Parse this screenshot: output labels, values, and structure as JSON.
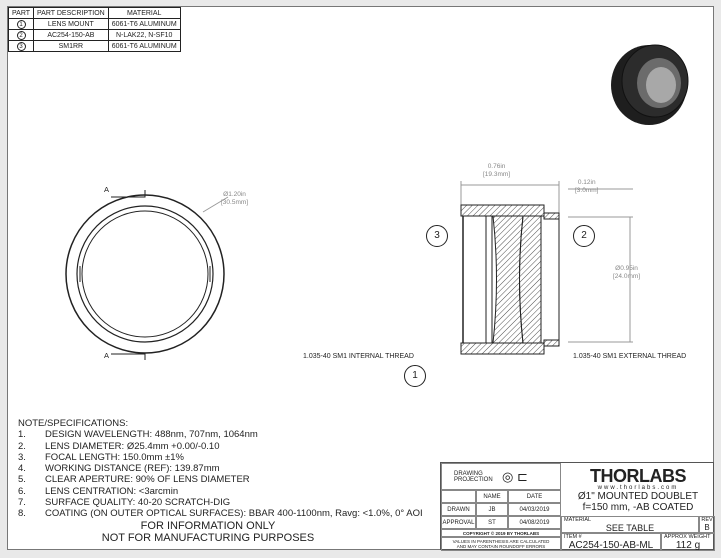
{
  "parts_table": {
    "headers": [
      "PART",
      "PART DESCRIPTION",
      "MATERIAL"
    ],
    "rows": [
      {
        "part": "1",
        "description": "LENS MOUNT",
        "material": "6061-T6 ALUMINUM"
      },
      {
        "part": "2",
        "description": "AC254-150-AB",
        "material": "N-LAK22, N-SF10"
      },
      {
        "part": "3",
        "description": "SM1RR",
        "material": "6061-T6 ALUMINUM"
      }
    ]
  },
  "front_view": {
    "section_label": "A",
    "diameter": "Ø1.20in",
    "diameter_mm": "[30.5mm]"
  },
  "section_view": {
    "length": "0.76in",
    "length_mm": "[19.3mm]",
    "thread_len": "0.12in",
    "thread_len_mm": "[3.0mm]",
    "inner_dia": "Ø0.95in",
    "inner_dia_mm": "[24.0mm]",
    "internal_thread": "1.035-40 SM1 INTERNAL THREAD",
    "external_thread": "1.035-40 SM1 EXTERNAL THREAD",
    "bubbles": [
      "1",
      "2",
      "3"
    ]
  },
  "notes": {
    "title": "NOTE/SPECIFICATIONS:",
    "items": [
      {
        "n": "1.",
        "t": "DESIGN WAVELENGTH: 488nm, 707nm, 1064nm"
      },
      {
        "n": "2.",
        "t": "LENS DIAMETER: Ø25.4mm +0.00/-0.10"
      },
      {
        "n": "3.",
        "t": "FOCAL LENGTH: 150.0mm ±1%"
      },
      {
        "n": "4.",
        "t": "WORKING DISTANCE (REF): 139.87mm"
      },
      {
        "n": "5.",
        "t": "CLEAR APERTURE: 90% OF LENS DIAMETER"
      },
      {
        "n": "6.",
        "t": "LENS CENTRATION: <3arcmin"
      },
      {
        "n": "7.",
        "t": "SURFACE QUALITY: 40-20 SCRATCH-DIG"
      },
      {
        "n": "8.",
        "t": "COATING (ON OUTER OPTICAL SURFACES): BBAR 400-1100nm, Ravg: <1.0%, 0° AOI"
      }
    ],
    "footer1": "FOR INFORMATION ONLY",
    "footer2": "NOT FOR MANUFACTURING PURPOSES"
  },
  "title_block": {
    "drawing_projection": "DRAWING PROJECTION",
    "name_h": "NAME",
    "date_h": "DATE",
    "drawn": "DRAWN",
    "drawn_name": "JB",
    "drawn_date": "04/03/2019",
    "approval": "APPROVAL",
    "approval_name": "ST",
    "approval_date": "04/08/2019",
    "copyright": "COPYRIGHT © 2019 BY THORLABS",
    "disclaimer": "VALUES IN PARENTHESIS ARE CALCULATED AND MAY CONTAIN ROUNDOFF ERRORS",
    "logo": "THORLABS",
    "url": "www.thorlabs.com",
    "title1": "Ø1\" MOUNTED DOUBLET",
    "title2": "f=150 mm, -AB COATED",
    "material_h": "MATERIAL",
    "material": "SEE TABLE",
    "rev_h": "REV",
    "rev": "B",
    "item_h": "ITEM #",
    "item": "AC254-150-AB-ML",
    "weight_h": "APPROX WEIGHT",
    "weight": "112 g"
  }
}
